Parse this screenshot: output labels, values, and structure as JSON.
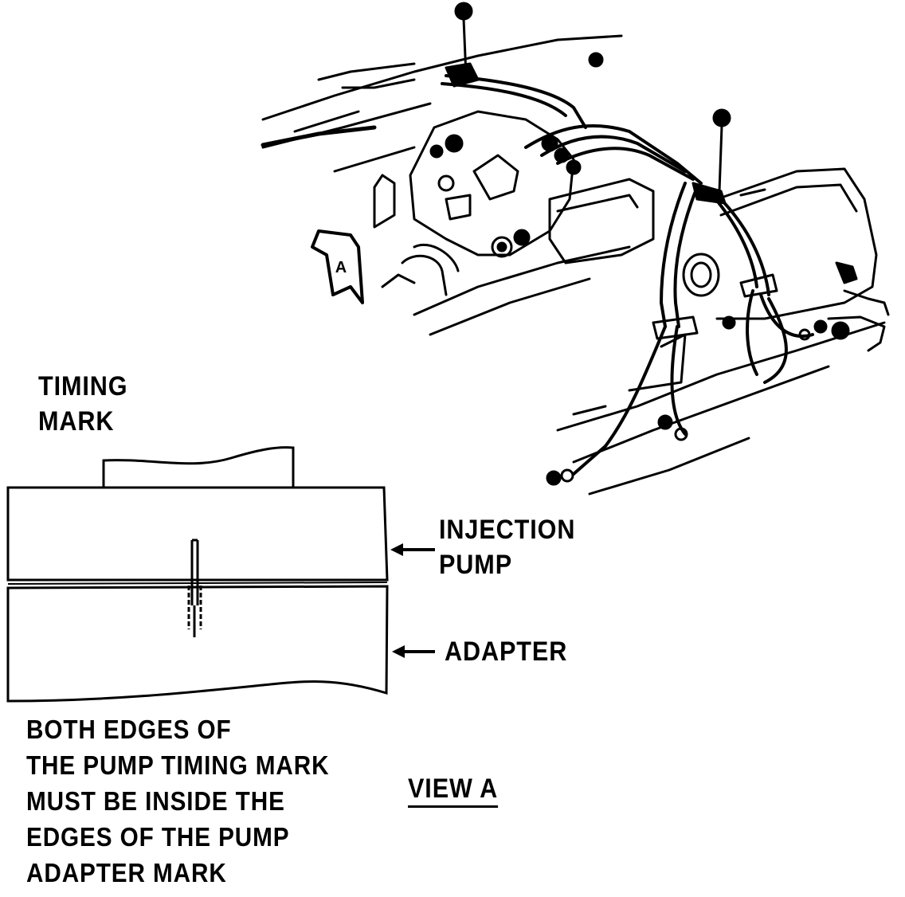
{
  "engine_view": {
    "callout_letter": "A"
  },
  "detail_view": {
    "title": "VIEW A",
    "labels": {
      "timing_mark": [
        "TIMING",
        "MARK"
      ],
      "injection_pump": [
        "INJECTION",
        "PUMP"
      ],
      "adapter": "ADAPTER"
    },
    "note_lines": [
      "BOTH EDGES OF",
      "THE PUMP TIMING MARK",
      "MUST BE INSIDE THE",
      "EDGES OF THE PUMP",
      "ADAPTER MARK"
    ]
  },
  "colors": {
    "ink": "#000000",
    "paper": "#ffffff"
  }
}
